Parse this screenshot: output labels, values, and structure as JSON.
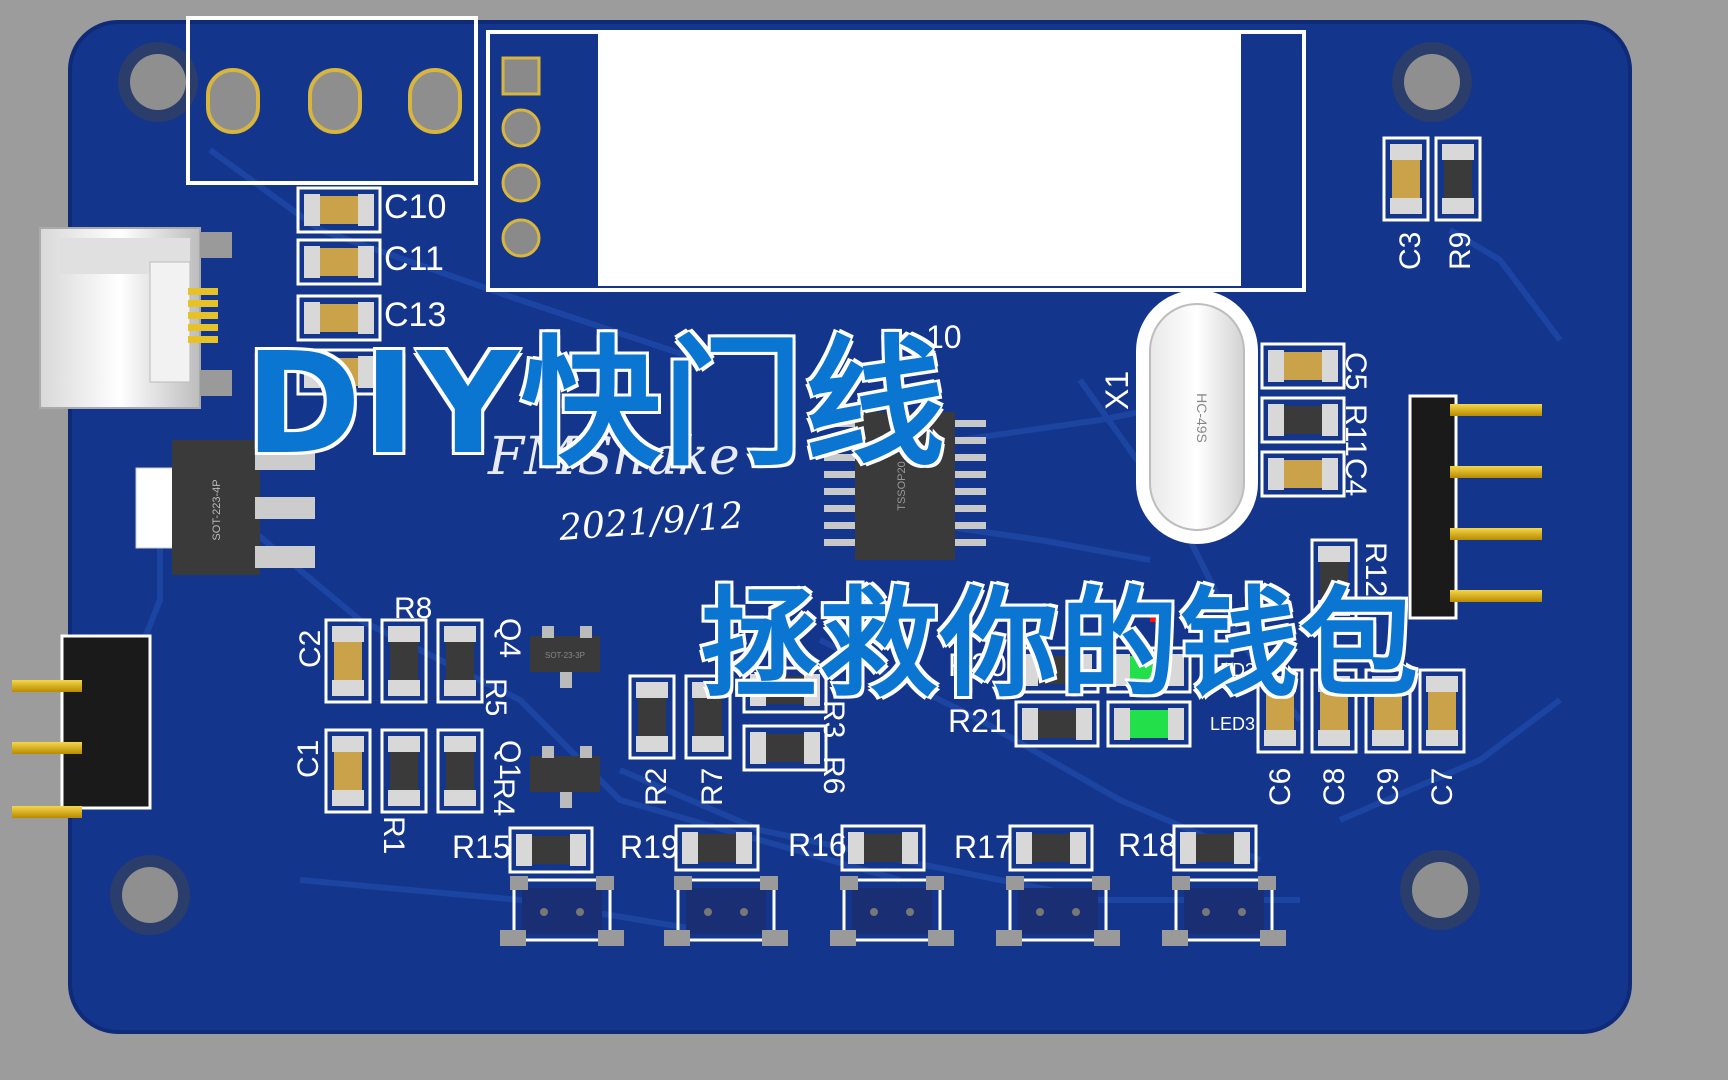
{
  "overlay": {
    "title": "DIY快门线",
    "subtitle": "拯救你的钱包"
  },
  "silkscreen": {
    "signature": "FMShake",
    "date": "2021/9/12",
    "ic_marking": "TSSOP20",
    "regulator_marking": "SOT-223-4P",
    "crystal_marking": "HC-49S",
    "transistor_marking": "SOT-23-3P",
    "partial_label": "10",
    "partial_label_2": "C"
  },
  "components": {
    "capacitors": [
      "C1",
      "C2",
      "C3",
      "C4",
      "C5",
      "C6",
      "C7",
      "C8",
      "C9",
      "C10",
      "C11",
      "C13"
    ],
    "resistors": [
      "R1",
      "R2",
      "R3",
      "R4",
      "R5",
      "R6",
      "R7",
      "R8",
      "R9",
      "R11",
      "R12",
      "R15",
      "R16",
      "R17",
      "R18",
      "R19",
      "R20",
      "R21"
    ],
    "transistors": [
      "Q1",
      "Q4"
    ],
    "leds": [
      "LED2",
      "LED3"
    ],
    "crystal": "X1"
  },
  "colors": {
    "background": "#9c9c9c",
    "board": "#14358c",
    "board_edge": "#0e2a78",
    "trace": "#1c47a8",
    "silkscreen": "#ffffff",
    "title": "#0a76d2",
    "gold": "#e8c200",
    "led_on": "#22e04a",
    "led_red": "#ff1010"
  }
}
